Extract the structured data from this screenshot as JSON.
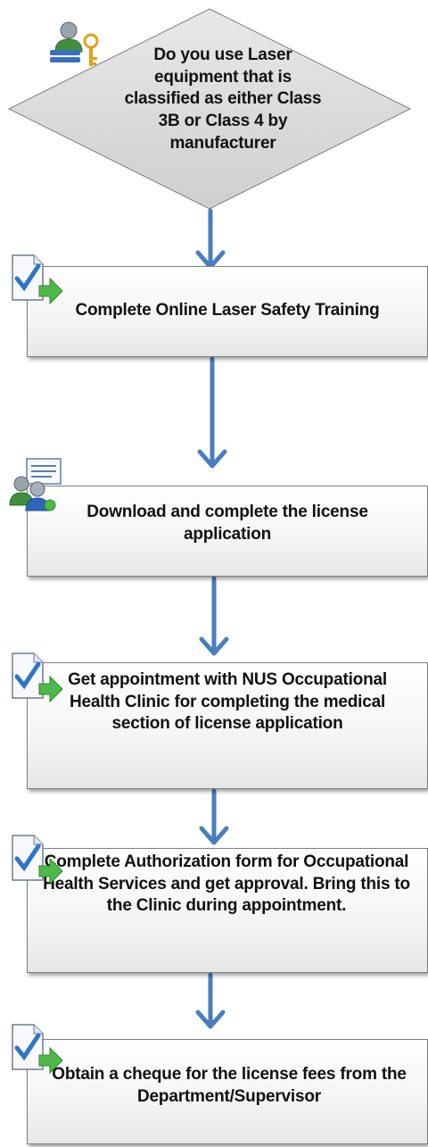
{
  "colors": {
    "arrow": "#4a7ebb",
    "box_border": "#7f7f7f",
    "decision_fill": "#d9d9d9",
    "check": "#2f74c8",
    "go_arrow": "#4fb84a"
  },
  "steps": {
    "decision": {
      "text": "Do you use Laser equipment that is classified as either Class 3B or Class 4 by manufacturer",
      "icon": "user-key-icon"
    },
    "step1": {
      "text": "Complete Online Laser Safety Training",
      "icon": "checked-document-arrow-icon"
    },
    "step2": {
      "text": "Download and complete the license application",
      "icon": "users-document-icon"
    },
    "step3": {
      "text": "Get appointment with NUS Occupational Health Clinic for completing the medical section of license application",
      "icon": "checked-document-arrow-icon"
    },
    "step4": {
      "text": "Complete Authorization form for Occupational Health Services and get approval. Bring this to the Clinic during appointment.",
      "icon": "checked-document-arrow-icon"
    },
    "step5": {
      "text": "Obtain a cheque for the license fees from the Department/Supervisor",
      "icon": "checked-document-arrow-icon"
    }
  }
}
